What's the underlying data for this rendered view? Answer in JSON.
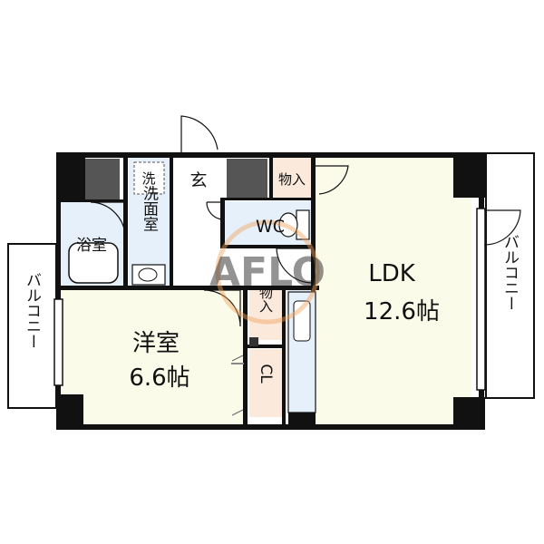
{
  "rooms": {
    "ldk": {
      "name": "LDK",
      "size": "12.6帖"
    },
    "western": {
      "name": "洋室",
      "size": "6.6帖"
    },
    "bath": {
      "name": "浴室"
    },
    "washroom": {
      "name": "洗面室"
    },
    "washer": {
      "name": "洗"
    },
    "entrance": {
      "name": "玄"
    },
    "wc": {
      "name": "WC"
    },
    "storage_top": {
      "name": "物入"
    },
    "storage_mid": {
      "name": "物入"
    },
    "closet": {
      "name": "CL"
    }
  },
  "balconies": {
    "left": "バルコニー",
    "right": "バルコニー"
  },
  "watermark": "AFLO",
  "colors": {
    "wall": "#111111",
    "ldk_floor": "#fbfbea",
    "room_floor": "#fbfbea",
    "storage_floor": "#fbe9dc",
    "wet_floor": "#e6f0fb",
    "watermark": "#f2a25a"
  }
}
